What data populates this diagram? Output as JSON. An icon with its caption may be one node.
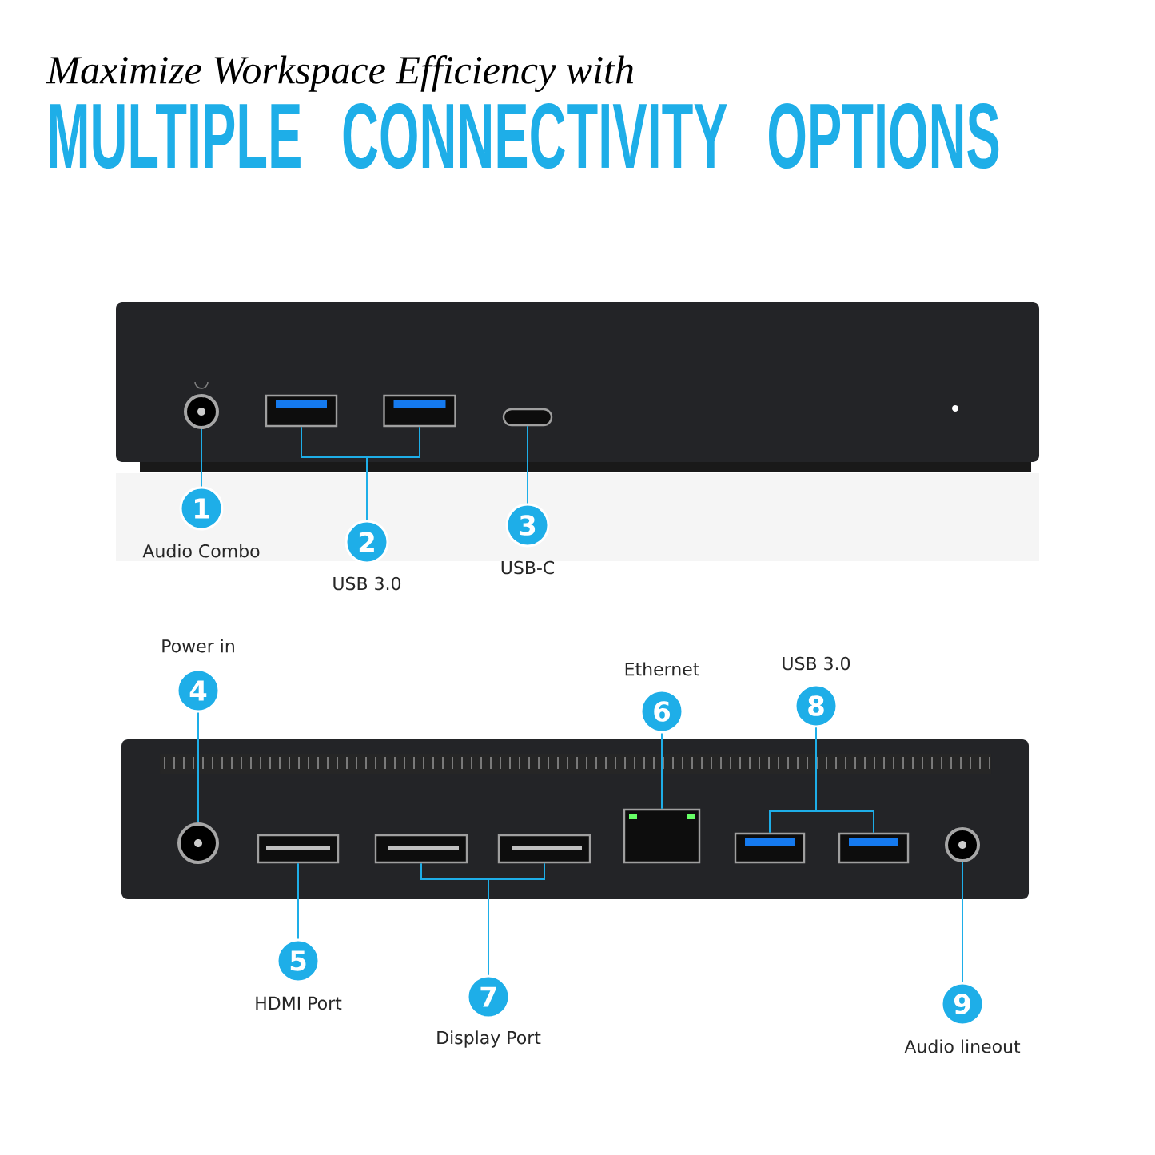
{
  "diagram": {
    "title": "MULTIPLE CONNECTIVITY OPTIONS",
    "nodes": [
      {
        "text": [
          "1"
        ],
        "beside": [
          "Audio Combo"
        ]
      },
      {
        "text": [
          "2"
        ],
        "beside": [
          "USB 3.0"
        ]
      },
      {
        "text": [
          "3"
        ],
        "beside": [
          "USB-C"
        ]
      },
      {
        "text": [
          "4"
        ],
        "beside": [
          "Power in"
        ]
      },
      {
        "text": [
          "5"
        ],
        "beside": [
          "HDMI Port"
        ]
      },
      {
        "text": [
          "6"
        ],
        "beside": [
          "Ethernet"
        ]
      },
      {
        "text": [
          "7"
        ],
        "beside": [
          "Display Port"
        ]
      },
      {
        "text": [
          "8"
        ],
        "beside": [
          "USB 3.0"
        ]
      },
      {
        "text": [
          "9"
        ],
        "beside": [
          "Audio lineout"
        ]
      },
      {
        "text": [],
        "shape": "circle"
      },
      {
        "text": [],
        "shape": "box"
      },
      {
        "text": [],
        "shape": "box"
      },
      {
        "text": [],
        "shape": "box"
      },
      {
        "text": [],
        "shape": "circle"
      },
      {
        "text": [],
        "shape": "box"
      },
      {
        "text": [],
        "shape": "box"
      },
      {
        "text": [],
        "shape": "box"
      },
      {
        "text": [],
        "shape": "box"
      },
      {
        "text": [],
        "shape": "box"
      },
      {
        "text": [],
        "shape": "box"
      },
      {
        "text": [],
        "shape": "circle"
      }
    ],
    "edges": [
      {
        "from": 0,
        "to": 9,
        "arrow": "none"
      },
      {
        "from": 1,
        "to": 10,
        "arrow": "none"
      },
      {
        "from": 1,
        "to": 11,
        "arrow": "none"
      },
      {
        "from": 2,
        "to": 12,
        "arrow": "none"
      },
      {
        "from": 3,
        "to": 13,
        "arrow": "none"
      },
      {
        "from": 4,
        "to": 14,
        "arrow": "none"
      },
      {
        "from": 5,
        "to": 17,
        "arrow": "none"
      },
      {
        "from": 6,
        "to": 15,
        "arrow": "none"
      },
      {
        "from": 6,
        "to": 16,
        "arrow": "none"
      },
      {
        "from": 7,
        "to": 18,
        "arrow": "none"
      },
      {
        "from": 7,
        "to": 19,
        "arrow": "none"
      },
      {
        "from": 8,
        "to": 20,
        "arrow": "none"
      }
    ],
    "labels": [
      "Maximize Workspace Efficiency with"
    ]
  }
}
